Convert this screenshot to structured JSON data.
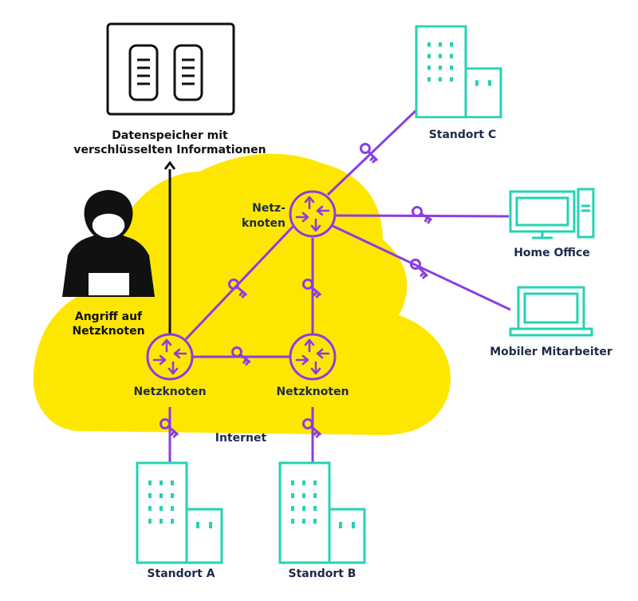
{
  "colors": {
    "cloud": "#fde700",
    "link": "#8a3ee0",
    "building": "#22d3b4",
    "text": "#1f2a4a",
    "dark": "#111111"
  },
  "labels": {
    "storage_line1": "Datenspeicher mit",
    "storage_line2": "verschlüsselten Informationen",
    "attack_line1": "Angriff auf",
    "attack_line2": "Netzknoten",
    "node_top_line1": "Netz-",
    "node_top_line2": "knoten",
    "node_left": "Netzknoten",
    "node_right": "Netzknoten",
    "internet": "Internet",
    "site_a": "Standort A",
    "site_b": "Standort B",
    "site_c": "Standort C",
    "home_office": "Home Office",
    "mobile_worker": "Mobiler Mitarbeiter"
  },
  "icons": [
    "server-icon",
    "hacker-icon",
    "router-icon",
    "key-icon",
    "building-icon",
    "desktop-computer-icon",
    "laptop-icon",
    "cloud-icon"
  ]
}
